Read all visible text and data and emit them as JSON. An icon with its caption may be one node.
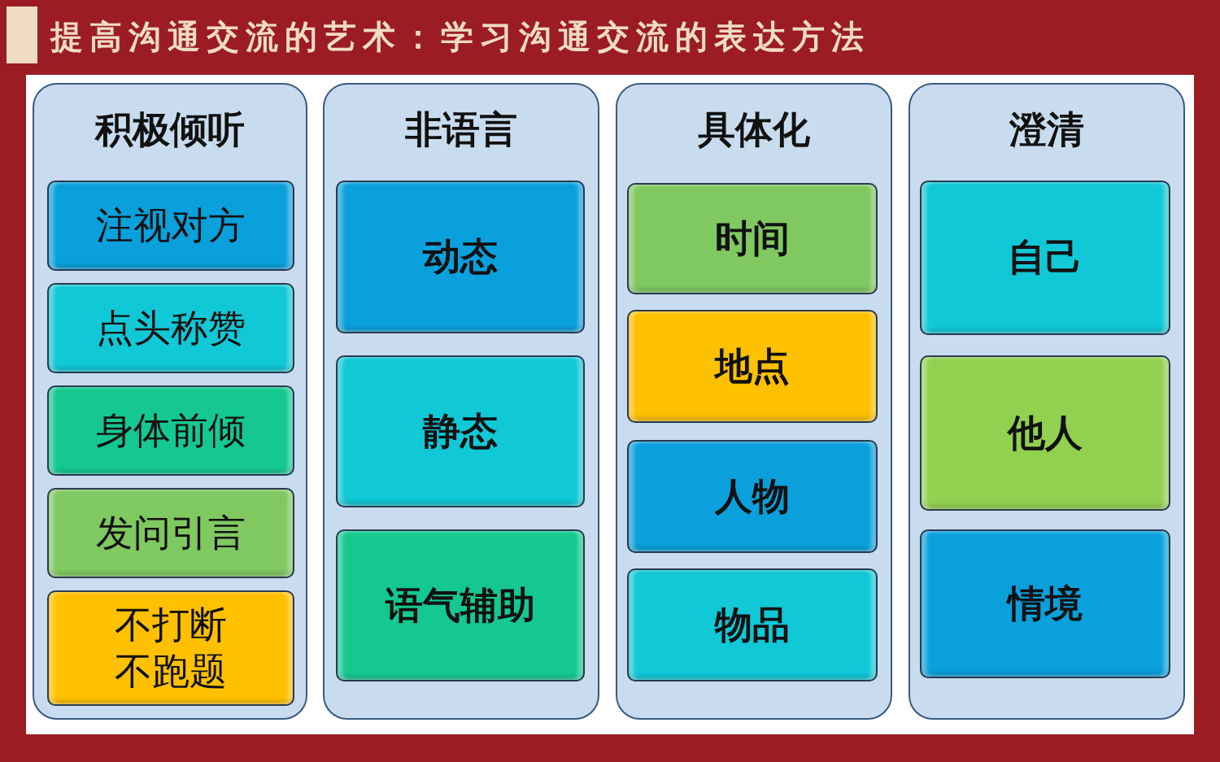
{
  "diagram": {
    "title": "提高沟通交流的艺术：学习沟通交流的表达方法",
    "nodes": [
      {
        "text": [
          "积极倾听"
        ]
      },
      {
        "text": [
          "注视对方"
        ],
        "in": 0
      },
      {
        "text": [
          "点头称赞"
        ],
        "in": 0
      },
      {
        "text": [
          "身体前倾"
        ],
        "in": 0
      },
      {
        "text": [
          "发问引言"
        ],
        "in": 0
      },
      {
        "text": [
          "不打断不跑题"
        ],
        "in": 0
      },
      {
        "text": [
          "非语言"
        ]
      },
      {
        "text": [
          "动态"
        ],
        "in": 6
      },
      {
        "text": [
          "静态"
        ],
        "in": 6
      },
      {
        "text": [
          "语气辅助"
        ],
        "in": 6
      },
      {
        "text": [
          "具体化"
        ]
      },
      {
        "text": [
          "时间"
        ],
        "in": 10
      },
      {
        "text": [
          "地点"
        ],
        "in": 10
      },
      {
        "text": [
          "人物"
        ],
        "in": 10
      },
      {
        "text": [
          "物品"
        ],
        "in": 10
      },
      {
        "text": [
          "澄清"
        ]
      },
      {
        "text": [
          "自己"
        ],
        "in": 15
      },
      {
        "text": [
          "他人"
        ],
        "in": 15
      },
      {
        "text": [
          "情境"
        ],
        "in": 15
      }
    ]
  }
}
